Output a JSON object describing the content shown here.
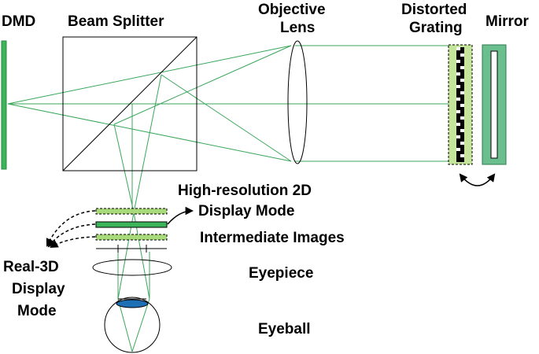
{
  "colors": {
    "dmd": "#3cb55a",
    "ray": "#3aa65a",
    "image_plane": "#a8d97a",
    "grating_frame": "#c5e59c",
    "mirror": "#6bbf8f",
    "pupil": "#1f6fb4",
    "outline": "#000000"
  },
  "labels": {
    "dmd": "DMD",
    "beam_splitter": "Beam Splitter",
    "objective_lens_1": "Objective",
    "objective_lens_2": "Lens",
    "distorted_grating_1": "Distorted",
    "distorted_grating_2": "Grating",
    "mirror": "Mirror",
    "hires_mode_1": "High-resolution 2D",
    "hires_mode_2": "Display Mode",
    "intermediate_images": "Intermediate Images",
    "eyepiece": "Eyepiece",
    "real3d_mode_1": "Real-3D",
    "real3d_mode_2": "Display",
    "real3d_mode_3": "Mode",
    "eyeball": "Eyeball"
  }
}
